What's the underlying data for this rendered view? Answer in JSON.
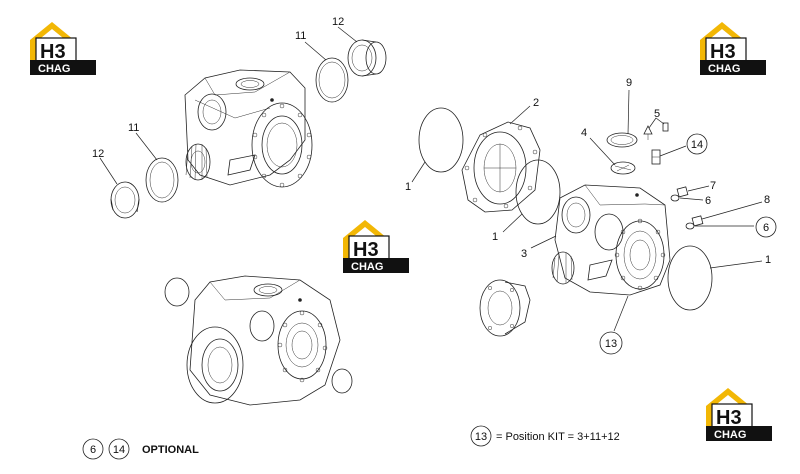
{
  "logo": {
    "big": "H3",
    "small": "CHAG"
  },
  "callouts": {
    "c1a": "1",
    "c1b": "1",
    "c1c": "1",
    "c2": "2",
    "c3": "3",
    "c4": "4",
    "c5": "5",
    "c6a": "6",
    "c6b": "6",
    "c7": "7",
    "c8": "8",
    "c9": "9",
    "c11a": "11",
    "c11b": "11",
    "c12a": "12",
    "c12b": "12",
    "c13": "13",
    "c14": "14"
  },
  "legend": {
    "optional_a": "6",
    "optional_b": "14",
    "optional_label": "OPTIONAL",
    "kit_num": "13",
    "kit_text": "= Position KIT = 3+11+12"
  }
}
